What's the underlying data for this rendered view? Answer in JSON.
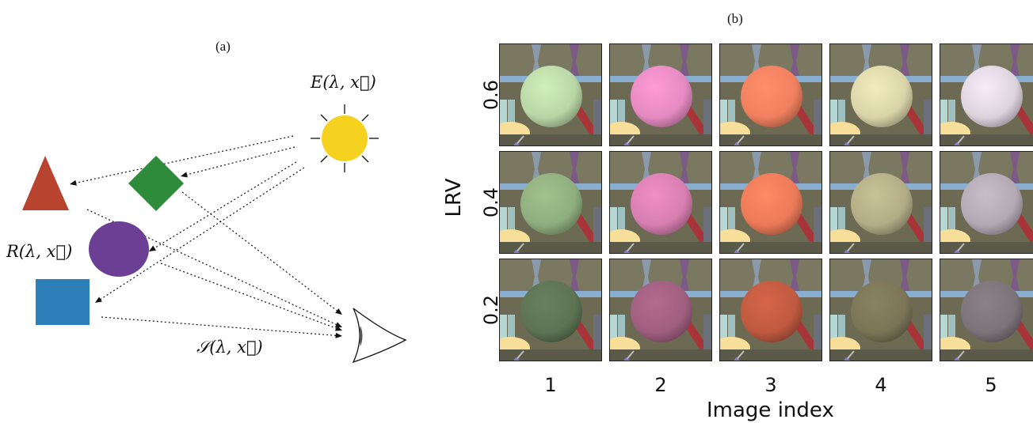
{
  "panel_a": {
    "label": "(a)",
    "illuminant_label": "E(λ, x⃗)",
    "reflectance_label": "R(λ, x⃗)",
    "signal_label": "𝒮(λ, x⃗)",
    "shapes": [
      {
        "name": "triangle",
        "color": "#b8432f"
      },
      {
        "name": "diamond",
        "color": "#2e8b3a"
      },
      {
        "name": "circle",
        "color": "#6b3f93"
      },
      {
        "name": "square",
        "color": "#2c7fb8"
      },
      {
        "name": "sun",
        "color": "#f5d21f"
      }
    ]
  },
  "panel_b": {
    "label": "(b)",
    "ylabel": "LRV",
    "xlabel": "Image index",
    "rows": [
      {
        "lrv": "0.6",
        "colors": [
          "#b9d6a6",
          "#e58ac1",
          "#f0805f",
          "#d9d4a8",
          "#ddd3dd"
        ]
      },
      {
        "lrv": "0.4",
        "colors": [
          "#8fae7e",
          "#d77fb0",
          "#ec7a59",
          "#b3ad87",
          "#b3a9b4"
        ]
      },
      {
        "lrv": "0.2",
        "colors": [
          "#5d7353",
          "#a05f80",
          "#bf5a40",
          "#7a7556",
          "#7b7479"
        ]
      }
    ],
    "columns": [
      "1",
      "2",
      "3",
      "4",
      "5"
    ]
  }
}
